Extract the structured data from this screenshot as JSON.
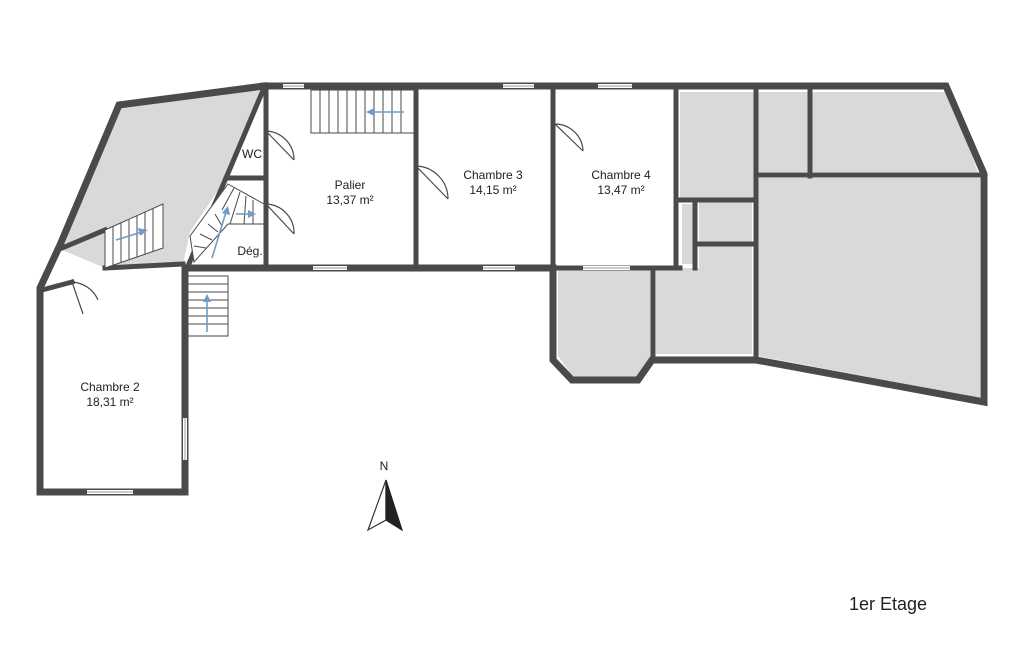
{
  "floor_title": "1er Etage",
  "compass": {
    "letter": "N"
  },
  "rooms": {
    "palier": {
      "name": "Palier",
      "area": "13,37 m²"
    },
    "chambre3": {
      "name": "Chambre 3",
      "area": "14,15 m²"
    },
    "chambre4": {
      "name": "Chambre 4",
      "area": "13,47 m²"
    },
    "chambre2": {
      "name": "Chambre 2",
      "area": "18,31 m²"
    },
    "wc": {
      "name": "WC"
    },
    "deg": {
      "name": "Dég."
    }
  },
  "colors": {
    "wall": "#4a4a4a",
    "inaccessible": "#d9d9d9",
    "stair_arrow": "#6f9cc9"
  }
}
